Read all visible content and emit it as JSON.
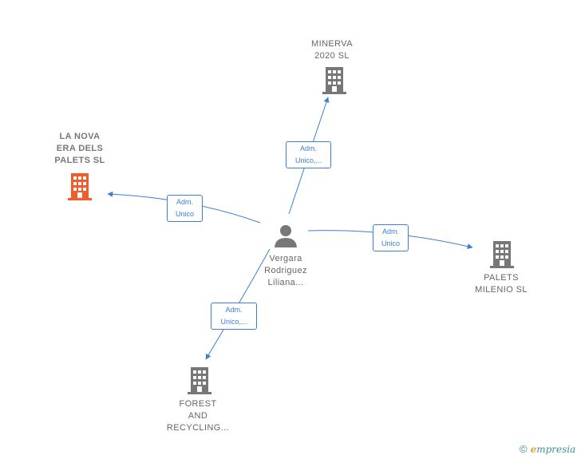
{
  "colors": {
    "edge": "#3d7fd6",
    "company_icon": "#777777",
    "focus_icon": "#f25c2a",
    "person_icon": "#777777"
  },
  "nodes": {
    "minerva": {
      "label": "MINERVA\n2020  SL",
      "icon": "building-icon"
    },
    "la_nova": {
      "label": "LA NOVA\nERA DELS\nPALETS  SL",
      "icon": "building-icon"
    },
    "palets_milenio": {
      "label": "PALETS\nMILENIO  SL",
      "icon": "building-icon"
    },
    "forest": {
      "label": "FOREST\nAND\nRECYCLING...",
      "icon": "building-icon"
    },
    "person": {
      "label": "Vergara\nRodriguez\nLiliana...",
      "icon": "person-icon"
    }
  },
  "edges": {
    "to_minerva": "Adm.\nUnico,...",
    "to_la_nova": "Adm.\nUnico",
    "to_palets_milenio": "Adm.\nUnico",
    "to_forest": "Adm.\nUnico,..."
  },
  "footer": {
    "copyright": "©",
    "brand_initial": "e",
    "brand_rest": "mpresia"
  }
}
